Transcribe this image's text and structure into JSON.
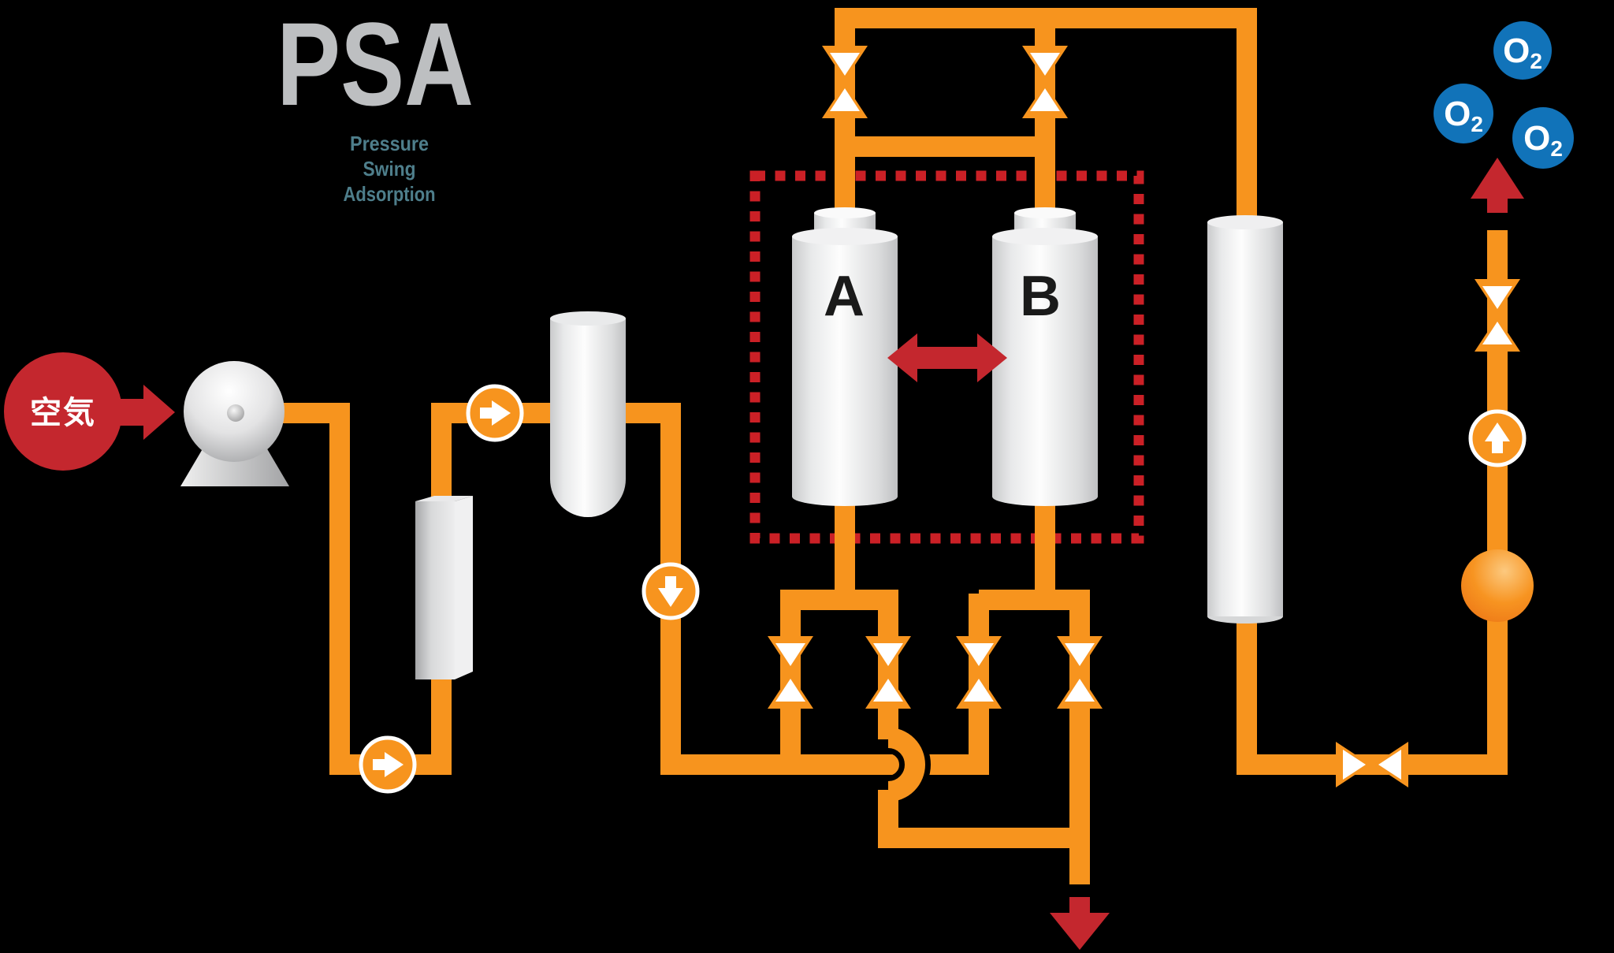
{
  "title": {
    "logo": "PSA",
    "subtitle_lines": [
      "Pressure",
      "Swing",
      "Adsorption"
    ]
  },
  "labels": {
    "air_input": "空気",
    "tower_a": "A",
    "tower_b": "B",
    "oxygen_main": "O",
    "oxygen_sub": "2"
  },
  "colors": {
    "pipe": "#F7941E",
    "red": "#C4272E",
    "dotted_border": "#CB2026",
    "o2_blue": "#1173B9",
    "logo_gray": "#BDBFC1",
    "subtitle_teal": "#4E7E8B",
    "white": "#FFFFFF",
    "background": "#000000"
  },
  "icons": {
    "air_feed": "arrow-right-icon",
    "flow_indicators": [
      "arrow-right-circle",
      "arrow-right-circle",
      "arrow-down-circle",
      "arrow-up-circle"
    ],
    "valves": "bowtie-valve-icon",
    "tower_swap": "double-headed-arrow-icon",
    "exhaust": "arrow-down-icon",
    "product_out": "arrow-up-icon",
    "o2_molecules": "o2-bubble-icon"
  }
}
